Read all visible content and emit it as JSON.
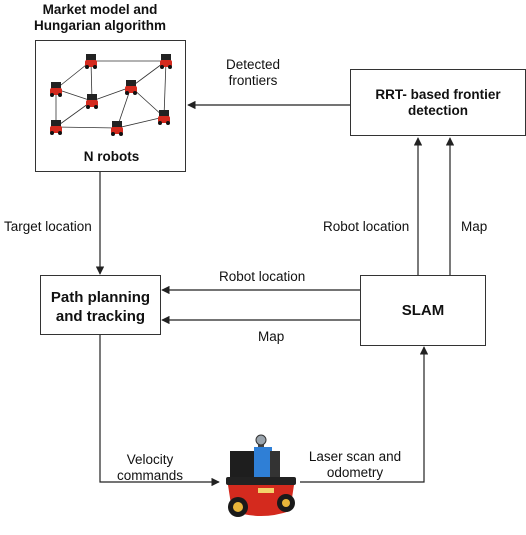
{
  "market_box": {
    "title": "Market model and\nHungarian algorithm",
    "caption": "N robots"
  },
  "rrt_box": {
    "label": "RRT- based frontier\ndetection"
  },
  "path_box": {
    "label": "Path planning\nand tracking"
  },
  "slam_box": {
    "label": "SLAM"
  },
  "edges": {
    "detected_frontiers": "Detected\nfrontiers",
    "target_location": "Target location",
    "robot_location_up": "Robot location",
    "map_up": "Map",
    "robot_location_left": "Robot location",
    "map_left": "Map",
    "velocity_commands": "Velocity\ncommands",
    "laser_scan": "Laser scan and\nodometry"
  },
  "colors": {
    "line": "#222222",
    "robot_red": "#d42a1e",
    "robot_blue": "#2f7fd6"
  }
}
